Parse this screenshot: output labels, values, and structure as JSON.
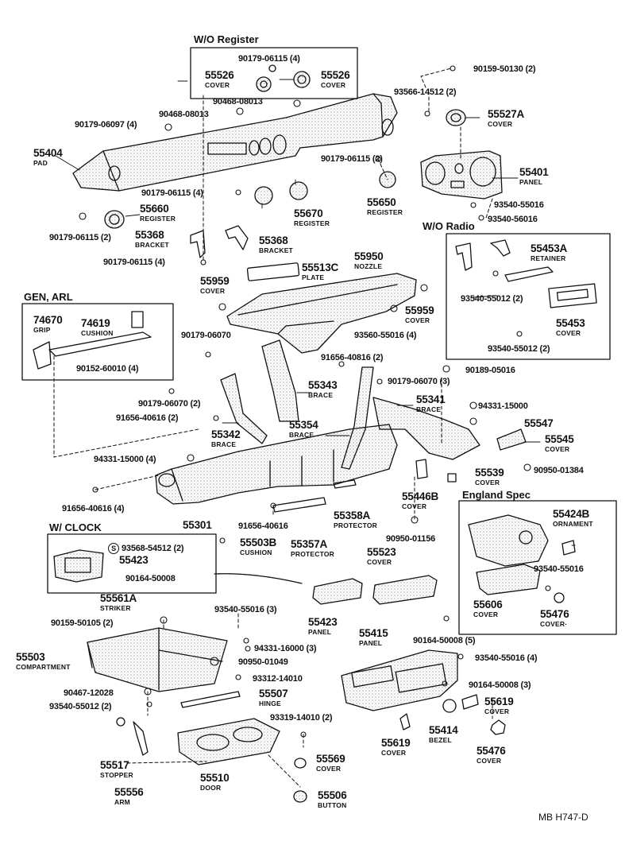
{
  "diagram_code": "MB  H747-D",
  "sections": {
    "wo_register": "W/O Register",
    "gen_arl": "GEN, ARL",
    "wo_radio": "W/O  Radio",
    "w_clock": "W/ CLOCK",
    "england_spec": "England Spec"
  },
  "parts": [
    {
      "id": "p55526a",
      "num": "55526",
      "name": "COVER"
    },
    {
      "id": "p55526b",
      "num": "55526",
      "name": "COVER"
    },
    {
      "id": "p55404",
      "num": "55404",
      "name": "PAD"
    },
    {
      "id": "p55527a",
      "num": "55527A",
      "name": "COVER"
    },
    {
      "id": "p55401",
      "num": "55401",
      "name": "PANEL"
    },
    {
      "id": "p55660",
      "num": "55660",
      "name": "REGISTER"
    },
    {
      "id": "p55670",
      "num": "55670",
      "name": "REGISTER"
    },
    {
      "id": "p55650",
      "num": "55650",
      "name": "REGISTER"
    },
    {
      "id": "p55368a",
      "num": "55368",
      "name": "BRACKET"
    },
    {
      "id": "p55368b",
      "num": "55368",
      "name": "BRACKET"
    },
    {
      "id": "p55513c",
      "num": "55513C",
      "name": "PLATE"
    },
    {
      "id": "p55950",
      "num": "55950",
      "name": "NOZZLE"
    },
    {
      "id": "p55959a",
      "num": "55959",
      "name": "COVER"
    },
    {
      "id": "p55959b",
      "num": "55959",
      "name": "COVER"
    },
    {
      "id": "p55453a",
      "num": "55453A",
      "name": "RETAINER"
    },
    {
      "id": "p55453",
      "num": "55453",
      "name": "COVER"
    },
    {
      "id": "p74670",
      "num": "74670",
      "name": "GRIP"
    },
    {
      "id": "p74619",
      "num": "74619",
      "name": "CUSHION"
    },
    {
      "id": "p55343",
      "num": "55343",
      "name": "BRACE"
    },
    {
      "id": "p55341",
      "num": "55341",
      "name": "BRACE"
    },
    {
      "id": "p55354",
      "num": "55354",
      "name": "BRACE"
    },
    {
      "id": "p55342",
      "num": "55342",
      "name": "BRACE"
    },
    {
      "id": "p55547",
      "num": "55547",
      "name": ""
    },
    {
      "id": "p55545",
      "num": "55545",
      "name": "COVER"
    },
    {
      "id": "p55539",
      "num": "55539",
      "name": "COVER"
    },
    {
      "id": "p55446b",
      "num": "55446B",
      "name": "COVER"
    },
    {
      "id": "p55301",
      "num": "55301",
      "name": ""
    },
    {
      "id": "p55358a",
      "num": "55358A",
      "name": "PROTECTOR"
    },
    {
      "id": "p55357a",
      "num": "55357A",
      "name": "PROTECTOR"
    },
    {
      "id": "p55503b",
      "num": "55503B",
      "name": "CUSHION"
    },
    {
      "id": "p55424b",
      "num": "55424B",
      "name": "ORNAMENT"
    },
    {
      "id": "p55606",
      "num": "55606",
      "name": "COVER"
    },
    {
      "id": "p55476a",
      "num": "55476",
      "name": "COVER·"
    },
    {
      "id": "p55423a",
      "num": "55423",
      "name": ""
    },
    {
      "id": "p55523",
      "num": "55523",
      "name": "COVER"
    },
    {
      "id": "p55561a",
      "num": "55561A",
      "name": "STRIKER"
    },
    {
      "id": "p55423b",
      "num": "55423",
      "name": "PANEL"
    },
    {
      "id": "p55415",
      "num": "55415",
      "name": "PANEL"
    },
    {
      "id": "p55503",
      "num": "55503",
      "name": "COMPARTMENT"
    },
    {
      "id": "p55507",
      "num": "55507",
      "name": "HINGE"
    },
    {
      "id": "p55619a",
      "num": "55619",
      "name": "COVER"
    },
    {
      "id": "p55619b",
      "num": "55619",
      "name": "COVER"
    },
    {
      "id": "p55414",
      "num": "55414",
      "name": "BEZEL"
    },
    {
      "id": "p55476b",
      "num": "55476",
      "name": "COVER"
    },
    {
      "id": "p55517",
      "num": "55517",
      "name": "STOPPER"
    },
    {
      "id": "p55556",
      "num": "55556",
      "name": "ARM"
    },
    {
      "id": "p55510",
      "num": "55510",
      "name": "DOOR"
    },
    {
      "id": "p55569",
      "num": "55569",
      "name": "COVER"
    },
    {
      "id": "p55506",
      "num": "55506",
      "name": "BUTTON"
    }
  ],
  "codes": [
    {
      "id": "c1",
      "text": "90179-06115 (4)"
    },
    {
      "id": "c2",
      "text": "90468-08013"
    },
    {
      "id": "c3",
      "text": "90468-08013"
    },
    {
      "id": "c4",
      "text": "90179-06097 (4)"
    },
    {
      "id": "c5",
      "text": "90159-50130 (2)"
    },
    {
      "id": "c6",
      "text": "93566-14512 (2)"
    },
    {
      "id": "c7",
      "text": "90179-06115 (2)"
    },
    {
      "id": "c8",
      "text": "90179-06115 (4)"
    },
    {
      "id": "c9",
      "text": "93540-55016"
    },
    {
      "id": "c10",
      "text": "93540-56016"
    },
    {
      "id": "c11",
      "text": "90179-06115 (2)"
    },
    {
      "id": "c12",
      "text": "90179-06115 (4)"
    },
    {
      "id": "c13",
      "text": "93540-55012 (2)"
    },
    {
      "id": "c14",
      "text": "93540-55012 (2)"
    },
    {
      "id": "c15",
      "text": "93560-55016 (4)"
    },
    {
      "id": "c16",
      "text": "90179-06070"
    },
    {
      "id": "c17",
      "text": "91656-40816 (2)"
    },
    {
      "id": "c18",
      "text": "90179-06070 (3)"
    },
    {
      "id": "c19",
      "text": "90189-05016"
    },
    {
      "id": "c20",
      "text": "90152-60010 (4)"
    },
    {
      "id": "c21",
      "text": "90179-06070 (2)"
    },
    {
      "id": "c22",
      "text": "94331-15000"
    },
    {
      "id": "c23",
      "text": "91656-40616 (2)"
    },
    {
      "id": "c24",
      "text": "94331-15000 (4)"
    },
    {
      "id": "c25",
      "text": "90950-01384"
    },
    {
      "id": "c26",
      "text": "91656-40616 (4)"
    },
    {
      "id": "c27",
      "text": "91656-40616"
    },
    {
      "id": "c28",
      "text": "90950-01156"
    },
    {
      "id": "c29",
      "text": "93568-54512 (2)"
    },
    {
      "id": "c30",
      "text": "90164-50008"
    },
    {
      "id": "c31",
      "text": "93540-55016"
    },
    {
      "id": "c32",
      "text": "93540-55016 (3)"
    },
    {
      "id": "c33",
      "text": "90159-50105 (2)"
    },
    {
      "id": "c34",
      "text": "90164-50008 (5)"
    },
    {
      "id": "c35",
      "text": "94331-16000 (3)"
    },
    {
      "id": "c36",
      "text": "93540-55016 (4)"
    },
    {
      "id": "c37",
      "text": "90950-01049"
    },
    {
      "id": "c38",
      "text": "93312-14010"
    },
    {
      "id": "c39",
      "text": "90164-50008 (3)"
    },
    {
      "id": "c40",
      "text": "90467-12028"
    },
    {
      "id": "c41",
      "text": "93540-55012 (2)"
    },
    {
      "id": "c42",
      "text": "93319-14010 (2)"
    }
  ],
  "circled_s": "S"
}
